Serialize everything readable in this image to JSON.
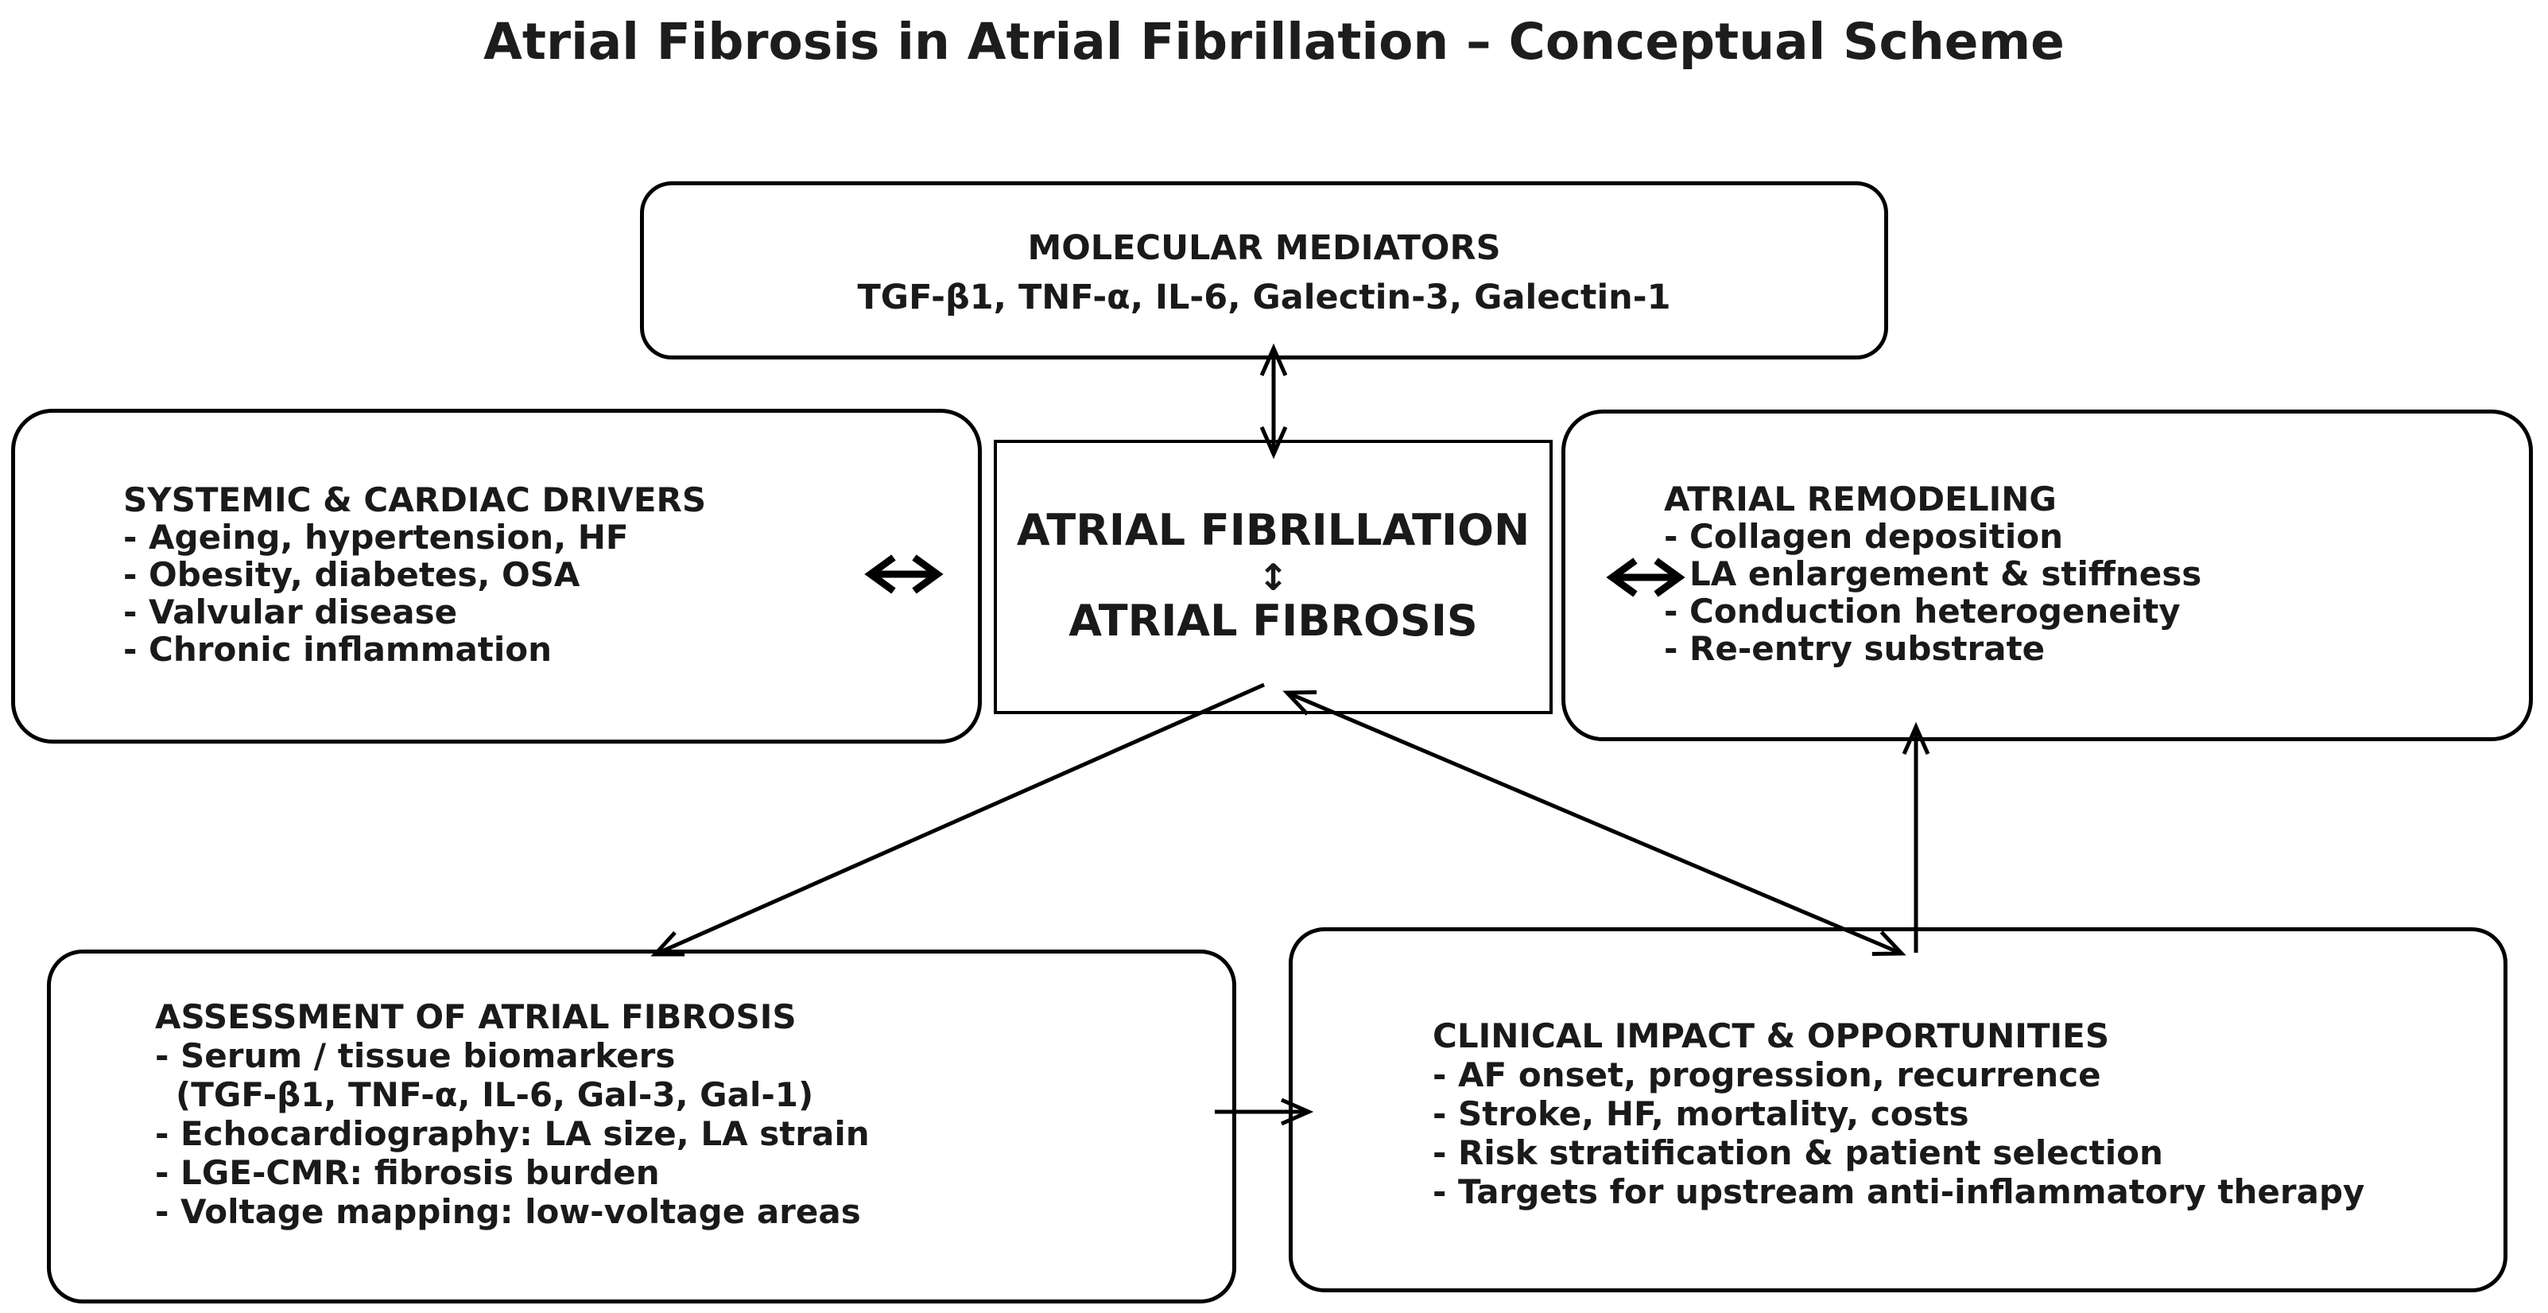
{
  "title": "Atrial Fibrosis in Atrial Fibrillation – Conceptual Scheme",
  "colors": {
    "ink": "#000000",
    "background": "#ffffff"
  },
  "boxes": {
    "mediators": {
      "title": "MOLECULAR MEDIATORS",
      "subtitle": "TGF-β1, TNF-α, IL-6, Galectin-3, Galectin-1"
    },
    "drivers": {
      "title": "SYSTEMIC & CARDIAC DRIVERS",
      "items": [
        "- Ageing, hypertension, HF",
        "- Obesity, diabetes, OSA",
        "- Valvular disease",
        "- Chronic inflammation"
      ]
    },
    "af_core": {
      "line1": "ATRIAL FIBRILLATION",
      "updown_arrow": "↕",
      "line2": "ATRIAL FIBROSIS"
    },
    "remodeling": {
      "title": "ATRIAL REMODELING",
      "items": [
        "- Collagen deposition",
        "LA enlargement & stiffness",
        "- Conduction heterogeneity",
        "- Re-entry substrate"
      ]
    },
    "assessment": {
      "title": "ASSESSMENT OF ATRIAL FIBROSIS",
      "items": [
        "- Serum / tissue biomarkers",
        "(TGF-β1, TNF-α, IL-6, Gal-3, Gal-1)",
        "- Echocardiography: LA size, LA strain",
        "- LGE-CMR: fibrosis burden",
        "- Voltage mapping: low-voltage areas"
      ]
    },
    "clinical": {
      "title": "CLINICAL IMPACT & OPPORTUNITIES",
      "items": [
        "- AF onset, progression, recurrence",
        "- Stroke, HF, mortality, costs",
        "- Risk stratification & patient selection",
        "- Targets for upstream anti-inflammatory therapy"
      ]
    }
  }
}
